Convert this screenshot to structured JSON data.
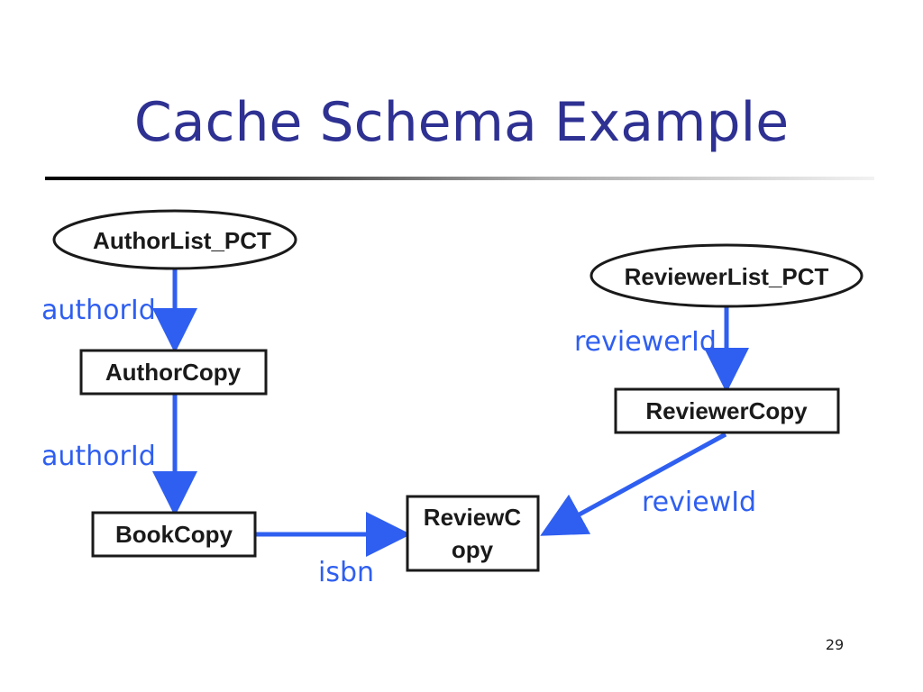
{
  "slide": {
    "title": "Cache Schema Example",
    "page_number": "29"
  },
  "colors": {
    "title": "#2e3192",
    "edge": "#2f5ff0",
    "node_border": "#1a1a1a"
  },
  "nodes": {
    "author_list": "AuthorList_PCT",
    "reviewer_list": "ReviewerList_PCT",
    "author_copy": "AuthorCopy",
    "reviewer_copy": "ReviewerCopy",
    "book_copy": "BookCopy",
    "review_copy_line1": "ReviewC",
    "review_copy_line2": "opy"
  },
  "edges": {
    "authorlist_to_authorcopy": "authorId",
    "authorcopy_to_bookcopy": "authorId",
    "reviewerlist_to_reviewercopy": "reviewerId",
    "reviewercopy_to_reviewcopy": "reviewId",
    "bookcopy_to_reviewcopy": "isbn"
  }
}
